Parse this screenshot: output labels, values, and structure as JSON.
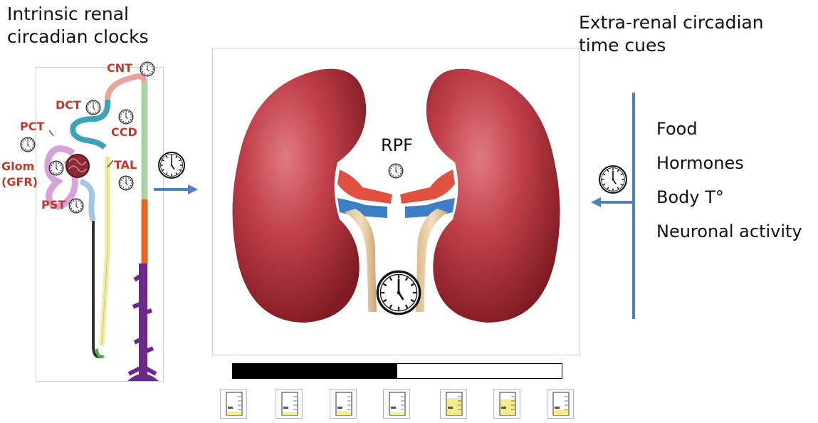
{
  "headings": {
    "intrinsic_line1": "Intrinsic renal",
    "intrinsic_line2": "circadian clocks",
    "extra_line1": "Extra-renal circadian",
    "extra_line2": "time cues"
  },
  "nephron_labels": {
    "cnt": "CNT",
    "dct": "DCT",
    "ccd": "CCD",
    "pct": "PCT",
    "glom": "Glom",
    "gfr": "(GFR)",
    "tal": "TAL",
    "pst": "PST"
  },
  "kidney": {
    "rpf_label": "RPF"
  },
  "time_cues": [
    "Food",
    "Hormones",
    "Body T°",
    "Neuronal activity"
  ],
  "light_dark_bar": {
    "dark_fraction": 0.5
  },
  "beakers": [
    {
      "fill": 0.15
    },
    {
      "fill": 0.12
    },
    {
      "fill": 0.18
    },
    {
      "fill": 0.12
    },
    {
      "fill": 0.75
    },
    {
      "fill": 0.7
    },
    {
      "fill": 0.22
    }
  ],
  "icons": [
    "clock-icon",
    "kidney-icon",
    "beaker-icon",
    "arrow-icon"
  ],
  "colors": {
    "label_red": "#c0392b",
    "arrow_blue": "#4f81bd",
    "kidney_red": "#b8323c",
    "urine_yellow": "#f4ec8c"
  }
}
